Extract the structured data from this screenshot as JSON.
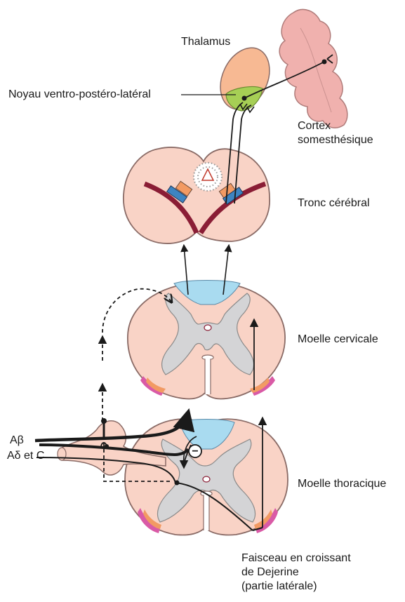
{
  "labels": {
    "thalamus": "Thalamus",
    "vpl_nucleus": "Noyau ventro-postéro-latéral",
    "cortex_line1": "Cortex",
    "cortex_line2": "somesthésique",
    "brainstem": "Tronc cérébral",
    "cervical_cord": "Moelle cervicale",
    "thoracic_cord": "Moelle thoracique",
    "fiber_abeta": "Aβ",
    "fiber_adelta_c": "Aδ et C",
    "inhibition_sign": "−",
    "tract_line1": "Faisceau en croissant",
    "tract_line2": "de Dejerine",
    "tract_line3": "(partie latérale)"
  },
  "colors": {
    "tissue_pink": "#f9d3c6",
    "tissue_outline": "#8a6b66",
    "gray_matter": "#d4d4d6",
    "dorsal_column_blue": "#a9dbf0",
    "thalamus_orange": "#f7b993",
    "vpl_green": "#a6cf55",
    "cortex_pink": "#f0b1ae",
    "lemniscus_maroon": "#8a1d35",
    "tract_orange": "#f29a63",
    "tract_magenta": "#d95aa6",
    "nucleus_blue": "#3d84c2",
    "pathway_black": "#1a1a1a"
  }
}
